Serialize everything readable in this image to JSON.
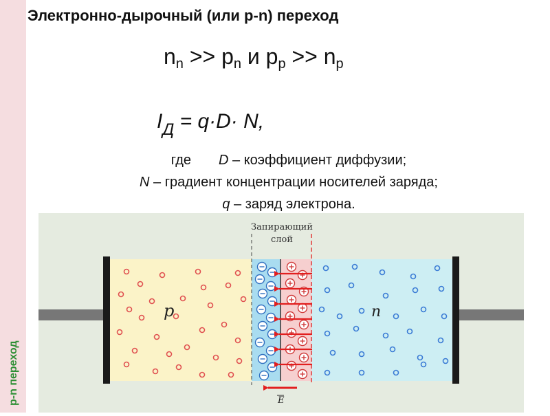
{
  "sidebar": {
    "label": "p-n переход"
  },
  "title": "Электронно-дырочный (или p-n) переход",
  "relation": {
    "part1": "n",
    "sub1": "n",
    "part2": " >> p",
    "sub2": "n",
    "part3": " и p",
    "sub3": "p",
    "part4": " >> n",
    "sub4": "p"
  },
  "formula": {
    "lhs": "I",
    "sub": "Д",
    "rhs": " = q·D· N,"
  },
  "description": {
    "line1_prefix": "где",
    "line1_var": "D",
    "line1_text": " – коэффициент диффузии;",
    "line2_var": "N",
    "line2_text": " – градиент концентрации носителей заряда;",
    "line3_var": "q",
    "line3_text": " – заряд электрона."
  },
  "diagram": {
    "barrier_label_line1": "Запирающий",
    "barrier_label_line2": "слой",
    "p_label": "p",
    "n_label": "n",
    "field_label": "E",
    "colors": {
      "background": "#e5ebe0",
      "p_region": "#fbf3c8",
      "n_region": "#cdeef3",
      "depletion_neg": "#a9dcf0",
      "depletion_pos": "#f6cfcf",
      "holes": "#e05050",
      "electrons": "#3a7bd5",
      "arrows": "#e21f1f",
      "terminals": "#1a1a1a",
      "leads": "#777777"
    }
  }
}
